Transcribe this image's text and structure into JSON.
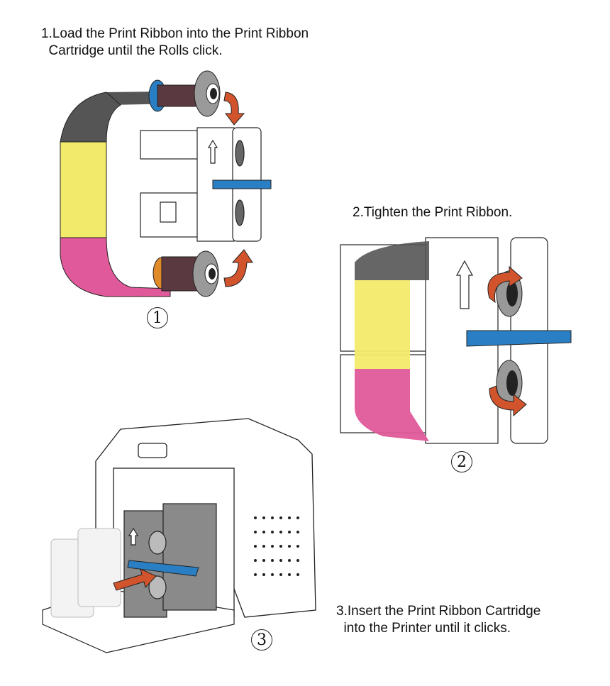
{
  "steps": [
    {
      "text": "1.Load the Print Ribbon into the Print Ribbon\n  Cartridge until the Rolls click.",
      "marker": "1"
    },
    {
      "text": "2.Tighten the Print Ribbon.",
      "marker": "2"
    },
    {
      "text": "3.Insert the Print Ribbon Cartridge\n  into the Printer until it clicks.",
      "marker": "3"
    }
  ],
  "colors": {
    "ribbon_black": "#555555",
    "ribbon_yellow": "#f2ea6a",
    "ribbon_magenta": "#e0599a",
    "tab_blue": "#2a7fc4",
    "arrow_red": "#d1542c",
    "roll_brown": "#5a3a40",
    "roll_gray": "#8c8c8c",
    "cartridge_gray": "#8a8a8a"
  }
}
